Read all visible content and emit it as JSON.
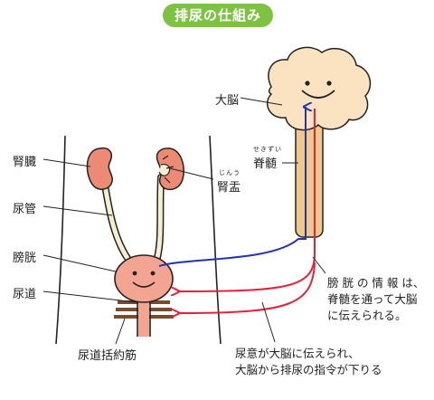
{
  "title": "排尿の仕組み",
  "labels": {
    "kidney": "腎臓",
    "ureter": "尿管",
    "bladder": "膀胱",
    "urethra": "尿道",
    "sphincter": "尿道括約筋",
    "brain": "大脳",
    "spinal_cord": "脊髄",
    "spinal_cord_ruby": "せきずい",
    "renal_pelvis": "腎盂",
    "renal_pelvis_ruby": "じんう"
  },
  "notes": {
    "bladder_info": [
      "膀 胱 の 情 報 は、",
      "脊髄を通って大脳",
      "に伝えられる。"
    ],
    "brain_command": [
      "尿意が大脳に伝えられ、",
      "大脳から排尿の指令が下りる"
    ]
  },
  "colors": {
    "title_bg": "#7ec242",
    "brain_fill": "#fbe3c2",
    "organ_fill": "#ec8a73",
    "bladder_fill": "#f4a592",
    "signal_up": "#2433b0",
    "signal_down": "#e3223a",
    "spinal_fill": "#f0c88c"
  }
}
